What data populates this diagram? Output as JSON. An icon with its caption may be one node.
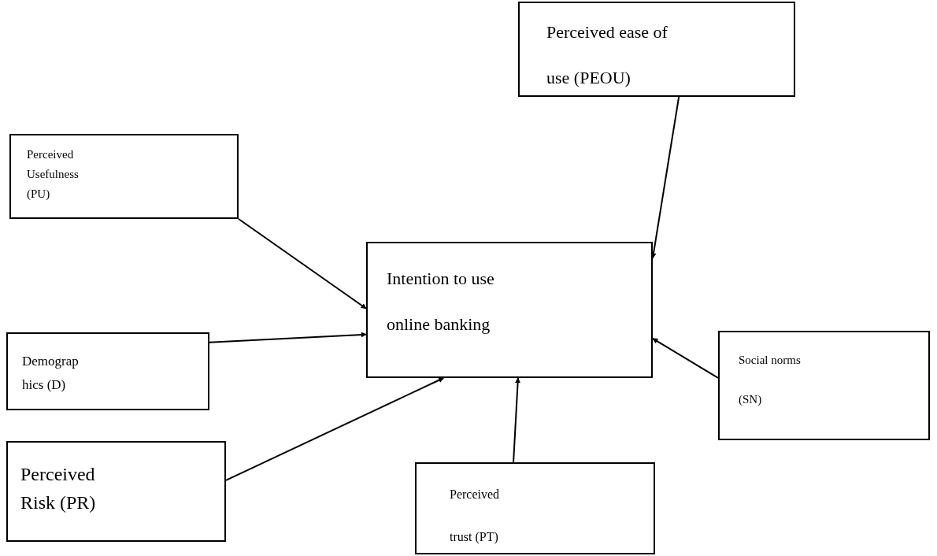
{
  "diagram": {
    "nodes": [
      {
        "text": [
          "Perceived ease of use (PEOU)"
        ]
      },
      {
        "text": [
          "Perceived Usefulness (PU)"
        ]
      },
      {
        "text": [
          "Intention to use online banking"
        ]
      },
      {
        "text": [
          "Demograp hics (D)"
        ]
      },
      {
        "text": [
          "Perceived Risk (PR)"
        ]
      },
      {
        "text": [
          "Perceived trust (PT)"
        ]
      },
      {
        "text": [
          "Social norms (SN)"
        ]
      }
    ],
    "edges": [
      {
        "from": 0,
        "to": 2,
        "arrow": "to"
      },
      {
        "from": 1,
        "to": 2,
        "arrow": "to"
      },
      {
        "from": 3,
        "to": 2,
        "arrow": "to"
      },
      {
        "from": 4,
        "to": 2,
        "arrow": "to"
      },
      {
        "from": 5,
        "to": 2,
        "arrow": "to"
      },
      {
        "from": 6,
        "to": 2,
        "arrow": "to"
      }
    ]
  }
}
